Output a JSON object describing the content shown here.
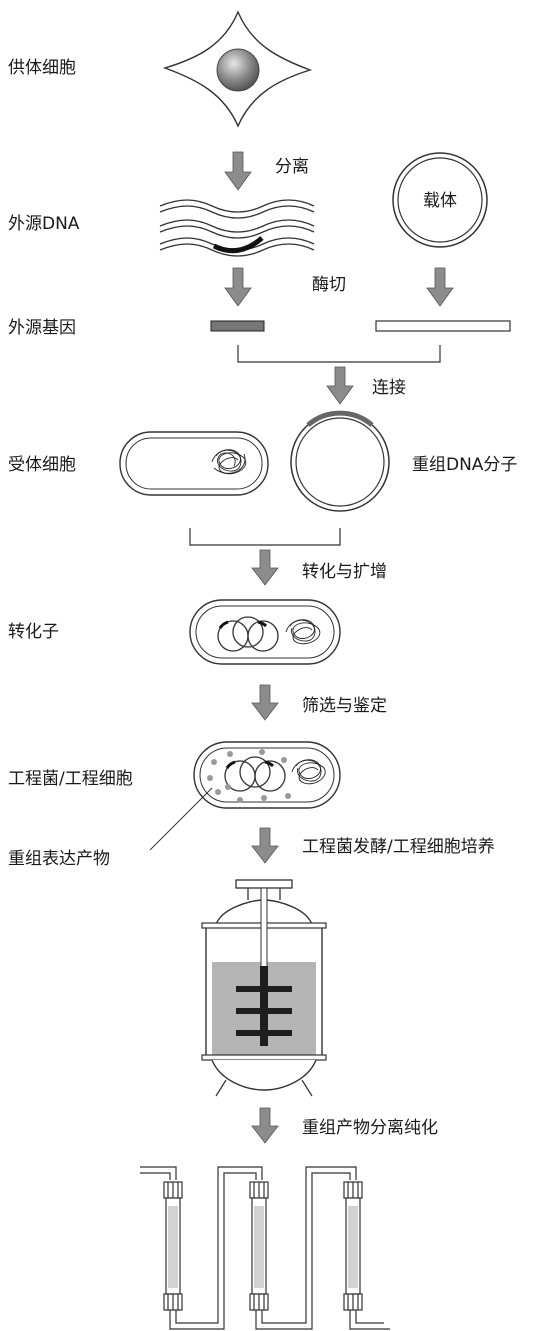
{
  "labels": {
    "donor_cell": "供体细胞",
    "separation": "分离",
    "vector": "载体",
    "foreign_dna": "外源DNA",
    "enzyme_cut": "酶切",
    "foreign_gene": "外源基因",
    "ligation": "连接",
    "recipient_cell": "受体细胞",
    "recombinant_dna": "重组DNA分子",
    "transform_amplify": "转化与扩增",
    "transformant": "转化子",
    "screen_identify": "筛选与鉴定",
    "engineered_cell": "工程菌/工程细胞",
    "recombinant_product": "重组表达产物",
    "fermentation": "工程菌发酵/工程细胞培养",
    "purification": "重组产物分离纯化"
  },
  "colors": {
    "line": "#333333",
    "arrow_fill": "#8c8c8c",
    "medium_fill": "#b4b4b4",
    "column_fill": "#d2d2d2",
    "dot_fill": "#999999"
  }
}
